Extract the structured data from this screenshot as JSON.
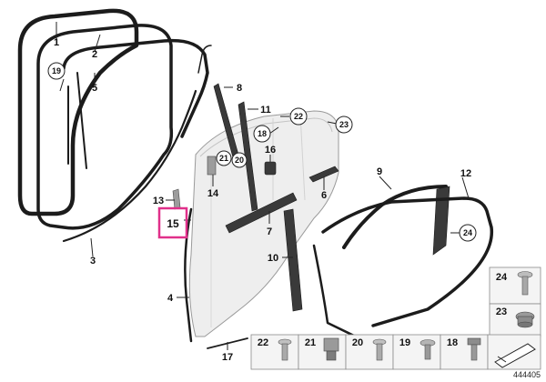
{
  "diagram": {
    "document_id": "444405",
    "highlight_color": "#e0308a",
    "highlighted_label": "15",
    "callouts": {
      "c1": "1",
      "c2": "2",
      "c3": "3",
      "c4": "4",
      "c5": "5",
      "c6": "6",
      "c7": "7",
      "c8": "8",
      "c9": "9",
      "c10": "10",
      "c11": "11",
      "c12": "12",
      "c13": "13",
      "c14": "14",
      "c15": "15",
      "c16": "16",
      "c17": "17",
      "c18": "18",
      "c19": "19",
      "c20": "20",
      "c21": "21",
      "c22": "22",
      "c23": "23",
      "c24": "24"
    },
    "hardware_table": {
      "side": [
        "24",
        "23"
      ],
      "bottom": [
        "22",
        "21",
        "20",
        "19",
        "18"
      ]
    }
  }
}
